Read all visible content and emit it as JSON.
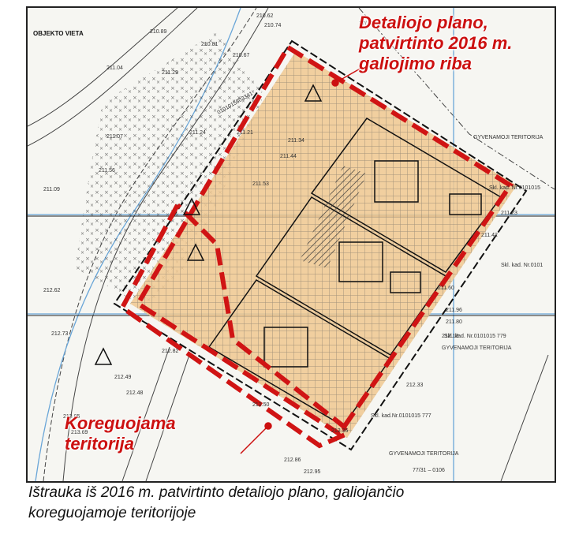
{
  "map": {
    "legend_label": "OBJEKTO VIETA",
    "parcel_number": "0101015803341",
    "numbers": {
      "n77": "77/",
      "n77_31": "77/31  –  0106",
      "gyv1": "GYVENAMOJI TERITORIJA",
      "gyv2": "GYVENAMOJI TERITORIJA",
      "gyv3": "GYVENAMOJI TERITORIJA",
      "skl1": "Skl. kad. Nr.0101015",
      "skl2": "Skl. kad. Nr.0101",
      "skl3": "Skl. kad. Nr.0101015 779",
      "skl4": "Skl. kad.Nr.0101015 777"
    },
    "elevations": [
      "210.62",
      "210.74",
      "210.89",
      "210.81",
      "210.67",
      "211.04",
      "211.29",
      "211.07",
      "211.24",
      "211.21",
      "211.34",
      "211.53",
      "211.56",
      "211.09",
      "211.44",
      "211.60",
      "211.80",
      "212.13",
      "212.33",
      "212.48",
      "212.49",
      "213.05",
      "213.69",
      "212.95",
      "212.50",
      "212.86",
      "212.36",
      "211.96",
      "211.42",
      "211.23",
      "212.62",
      "212.73",
      "212.82"
    ]
  },
  "callouts": {
    "detail_line1": "Detaliojo plano,",
    "detail_line2": "patvirtinto 2016 m.",
    "detail_line3": "galiojimo riba",
    "koreg_line1": "Koreguojama",
    "koreg_line2": "teritorija"
  },
  "caption": {
    "line1": "Ištrauka iš 2016 m. patvirtinto detaliojo plano, galiojančio",
    "line2": "koreguojamoje teritorijoje"
  },
  "colors": {
    "boundary_red": "#d01414",
    "fill_orange": "#f0c890",
    "line_blue": "#6aa6d8",
    "text_red": "#cc1010"
  }
}
